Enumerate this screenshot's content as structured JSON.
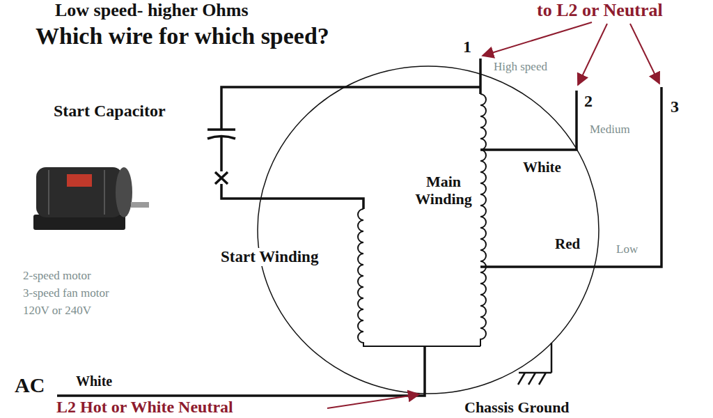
{
  "diagram": {
    "title": "Which wire for which speed?",
    "labels": [
      "Low speed- higher Ohms",
      "to L2 or Neutral",
      "1",
      "High speed",
      "2",
      "Medium",
      "3",
      "Start Capacitor",
      "White",
      "Main Winding",
      "Red",
      "Low",
      "Start Winding",
      "2-speed motor",
      "3-speed fan motor",
      "120V or 240V",
      "AC",
      "White",
      "L2 Hot or White Neutral",
      "Chassis Ground"
    ]
  }
}
